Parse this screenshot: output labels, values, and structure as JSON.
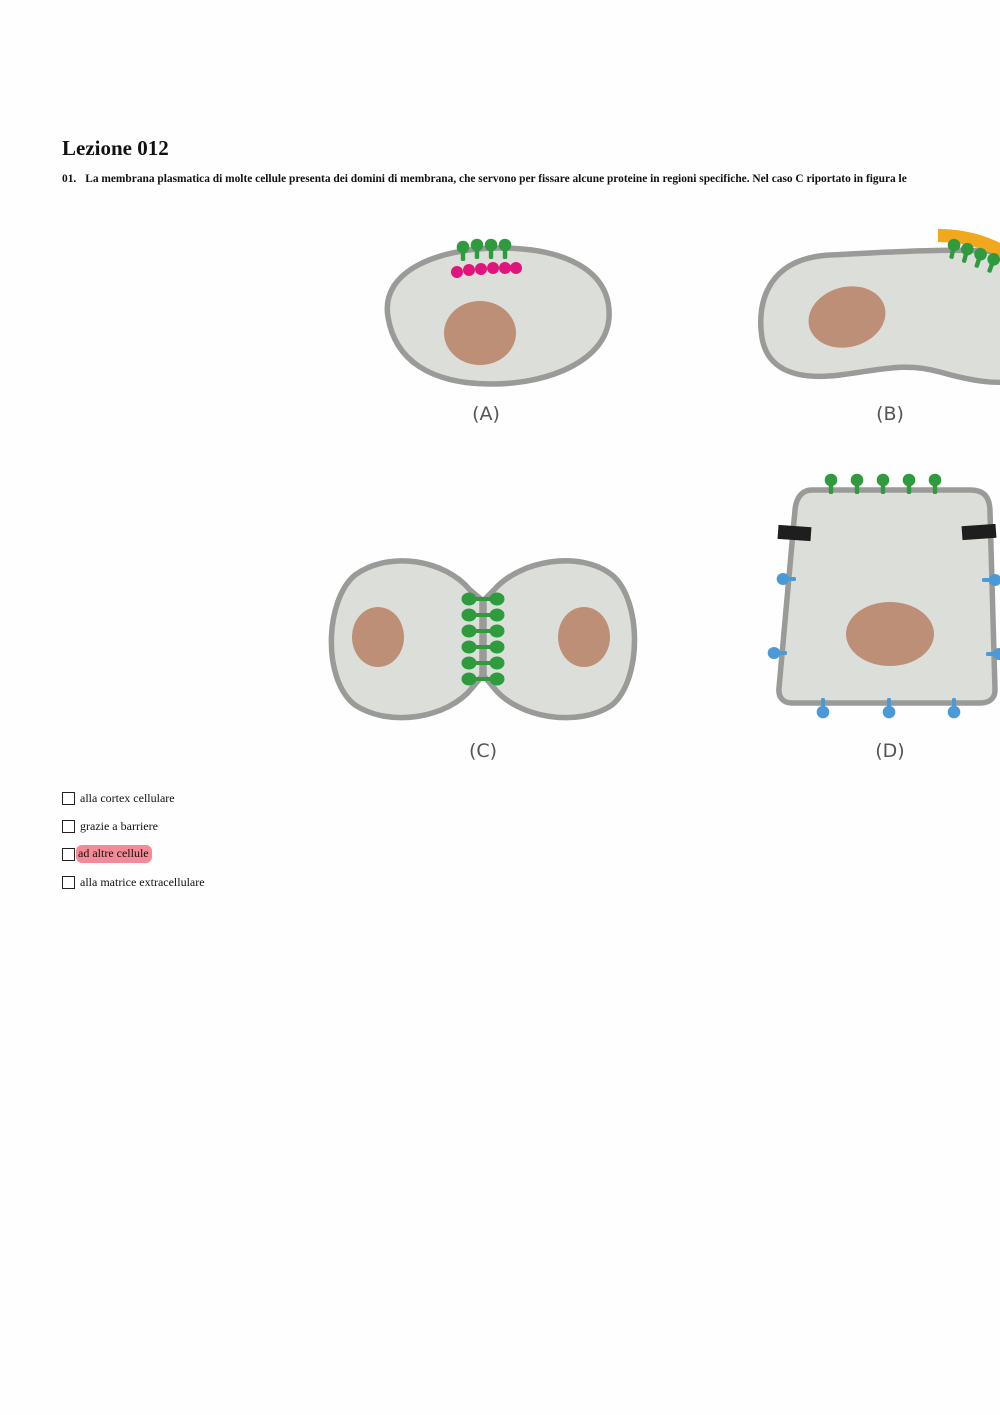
{
  "lesson": {
    "title": "Lezione 012"
  },
  "question": {
    "number": "01.",
    "text": "La membrana plasmatica di molte cellule presenta dei domini di membrana, che servono per fissare alcune proteine in regioni specifiche. Nel caso C riportato in figura le"
  },
  "figure": {
    "panel_labels": [
      "(A)",
      "(B)",
      "(C)",
      "(D)"
    ],
    "colors": {
      "membrane": "#9a9b98",
      "cytoplasm": "#dcdfd9",
      "nucleus": "#bd8f77",
      "protein_green": "#2f9a3e",
      "protein_magenta": "#e0157c",
      "extracellular_matrix": "#f2a81d",
      "junction_black": "#1e1e1e",
      "protein_blue": "#4a9ad8"
    }
  },
  "answers": [
    {
      "text": "alla cortex cellulare",
      "highlighted": false
    },
    {
      "text": "grazie a barriere",
      "highlighted": false
    },
    {
      "text": "ad altre cellule",
      "highlighted": true,
      "highlight_color": "#f48a98"
    },
    {
      "text": "alla matrice extracellulare",
      "highlighted": false
    }
  ]
}
